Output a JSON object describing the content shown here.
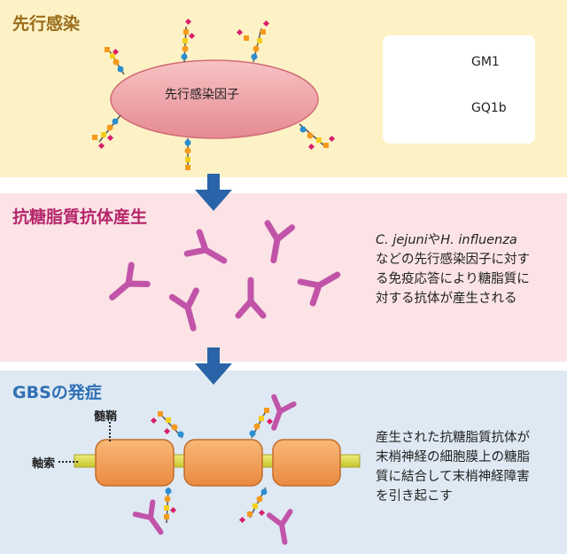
{
  "panel1": {
    "title": "先行感染",
    "cell_label": "先行感染因子"
  },
  "legend": {
    "gm1": "GM1",
    "gq1b": "GQ1b"
  },
  "panel2": {
    "title": "抗糖脂質抗体産生",
    "description": {
      "species_1": "C. jejuni",
      "ya": "や",
      "species_2": "H. influenza",
      "line2": "などの先行感染因子に対す",
      "line3": "る免疫応答により糖脂質に",
      "line4": "対する抗体が産生される"
    }
  },
  "panel3": {
    "title": "GBSの発症",
    "myelin_label": "髄鞘",
    "axon_label": "軸索",
    "description": [
      "産生された抗糖脂質抗体が",
      "末梢神経の細胞膜上の糖脂",
      "質に結合して末梢神経障害",
      "を引き起こす"
    ]
  },
  "colors": {
    "panel1_bg": "#fdf2c6",
    "panel2_bg": "#fbe3e6",
    "panel3_bg": "#dfe9f4",
    "arrow": "#2a64a8",
    "antibody": "#c154a8",
    "cell": "#ec9ea3",
    "myelin": "#f0a05c",
    "axon": "#d8d63f",
    "sugar_blue": "#2a8ed0",
    "sugar_orange": "#f59a1c",
    "sugar_yellow": "#f5cf1b",
    "sugar_magenta": "#d81f6b"
  }
}
